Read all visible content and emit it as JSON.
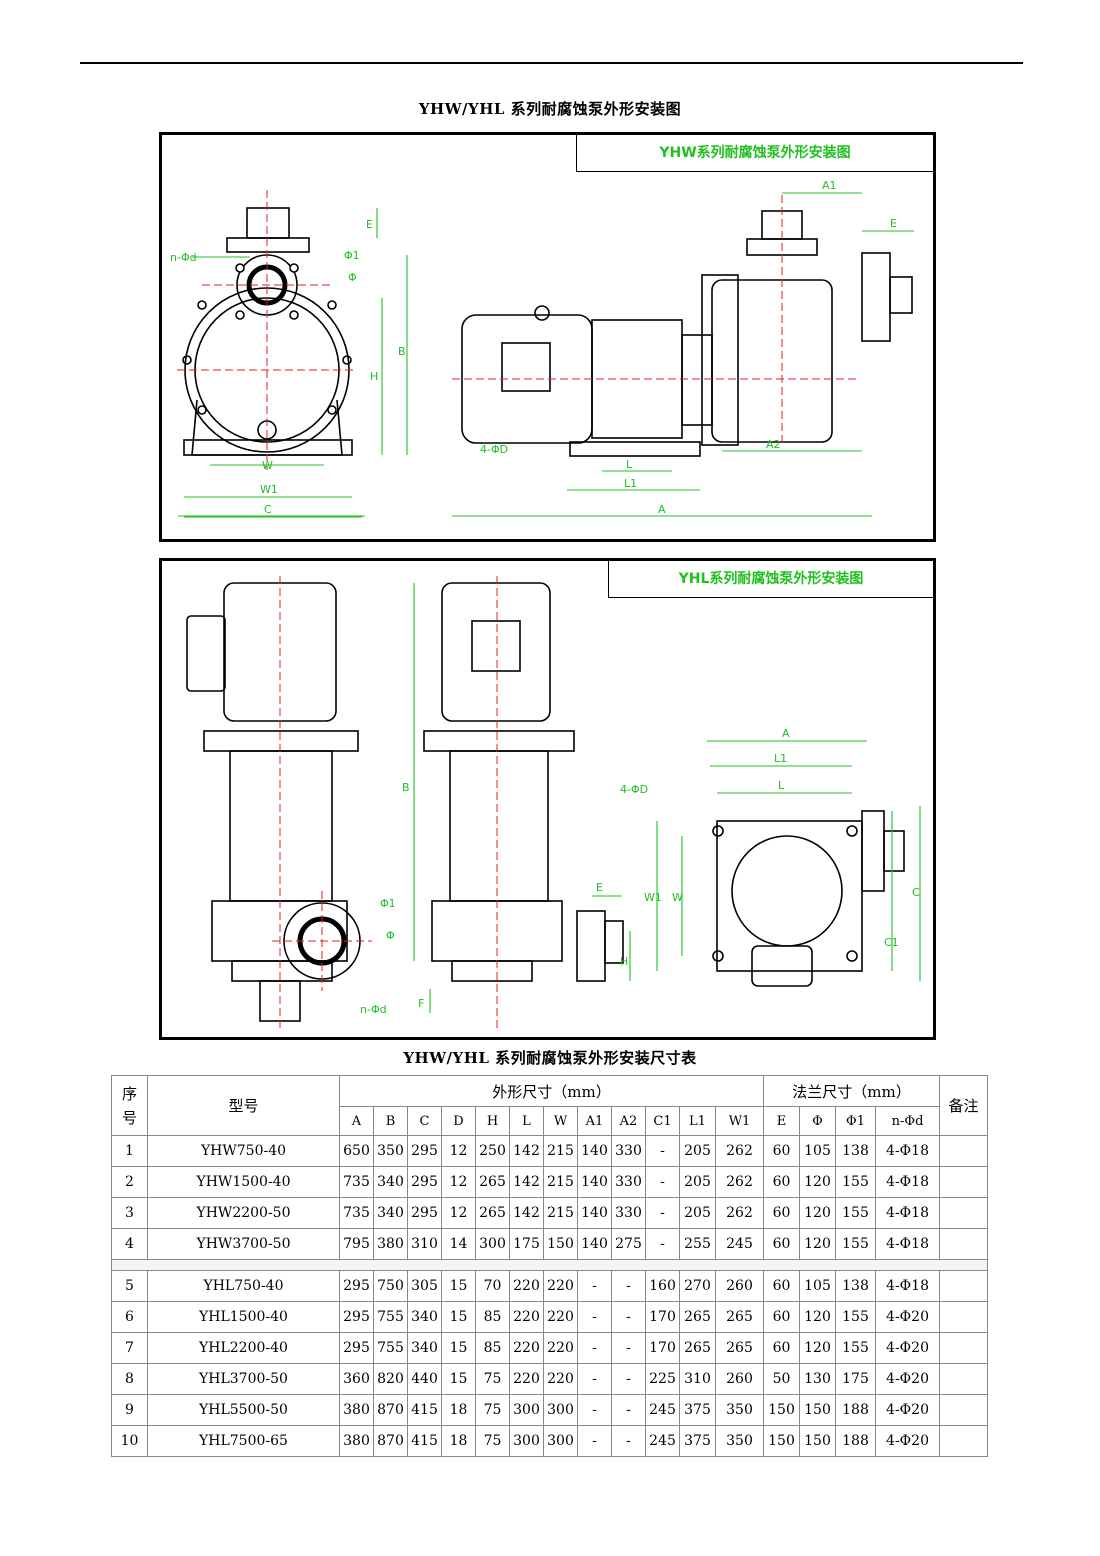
{
  "doc_title": "YHW/YHL 系列耐腐蚀泵外形安装图",
  "panels": {
    "yhw": {
      "label": "YHW系列耐腐蚀泵外形安装图",
      "dims": {
        "nphid": "n-Φd",
        "phi1": "Φ1",
        "phi": "Φ",
        "E": "E",
        "B": "B",
        "H": "H",
        "W": "W",
        "W1": "W1",
        "C": "C",
        "A1": "A1",
        "E2": "E",
        "fourphiD": "4-ΦD",
        "A2": "A2",
        "L": "L",
        "L1": "L1",
        "A": "A"
      }
    },
    "yhl": {
      "label": "YHL系列耐腐蚀泵外形安装图",
      "dims": {
        "phi1": "Φ1",
        "phi": "Φ",
        "nphid": "n-Φd",
        "B": "B",
        "E": "E",
        "H": "H",
        "F": "F",
        "A": "A",
        "L1": "L1",
        "L": "L",
        "fourphiD": "4-ΦD",
        "W1": "W1",
        "W": "W",
        "C": "C",
        "C1": "C1"
      }
    }
  },
  "table": {
    "title": "YHW/YHL 系列耐腐蚀泵外形安装尺寸表",
    "col_seq": "序\n号",
    "col_model": "型号",
    "group_outline": "外形尺寸（mm）",
    "group_flange": "法兰尺寸（mm）",
    "col_remark": "备注",
    "outline_cols": [
      "A",
      "B",
      "C",
      "D",
      "H",
      "L",
      "W",
      "A1",
      "A2",
      "C1",
      "L1",
      "W1"
    ],
    "flange_cols": [
      "E",
      "Φ",
      "Φ1",
      "n-Φd"
    ],
    "rows_yhw": [
      {
        "no": "1",
        "model": "YHW750-40",
        "v": [
          "650",
          "350",
          "295",
          "12",
          "250",
          "142",
          "215",
          "140",
          "330",
          "-",
          "205",
          "262",
          "60",
          "105",
          "138",
          "4-Φ18"
        ],
        "remark": ""
      },
      {
        "no": "2",
        "model": "YHW1500-40",
        "v": [
          "735",
          "340",
          "295",
          "12",
          "265",
          "142",
          "215",
          "140",
          "330",
          "-",
          "205",
          "262",
          "60",
          "120",
          "155",
          "4-Φ18"
        ],
        "remark": ""
      },
      {
        "no": "3",
        "model": "YHW2200-50",
        "v": [
          "735",
          "340",
          "295",
          "12",
          "265",
          "142",
          "215",
          "140",
          "330",
          "-",
          "205",
          "262",
          "60",
          "120",
          "155",
          "4-Φ18"
        ],
        "remark": ""
      },
      {
        "no": "4",
        "model": "YHW3700-50",
        "v": [
          "795",
          "380",
          "310",
          "14",
          "300",
          "175",
          "150",
          "140",
          "275",
          "-",
          "255",
          "245",
          "60",
          "120",
          "155",
          "4-Φ18"
        ],
        "remark": ""
      }
    ],
    "rows_yhl": [
      {
        "no": "5",
        "model": "YHL750-40",
        "v": [
          "295",
          "750",
          "305",
          "15",
          "70",
          "220",
          "220",
          "-",
          "-",
          "160",
          "270",
          "260",
          "60",
          "105",
          "138",
          "4-Φ18"
        ],
        "remark": ""
      },
      {
        "no": "6",
        "model": "YHL1500-40",
        "v": [
          "295",
          "755",
          "340",
          "15",
          "85",
          "220",
          "220",
          "-",
          "-",
          "170",
          "265",
          "265",
          "60",
          "120",
          "155",
          "4-Φ20"
        ],
        "remark": ""
      },
      {
        "no": "7",
        "model": "YHL2200-40",
        "v": [
          "295",
          "755",
          "340",
          "15",
          "85",
          "220",
          "220",
          "-",
          "-",
          "170",
          "265",
          "265",
          "60",
          "120",
          "155",
          "4-Φ20"
        ],
        "remark": ""
      },
      {
        "no": "8",
        "model": "YHL3700-50",
        "v": [
          "360",
          "820",
          "440",
          "15",
          "75",
          "220",
          "220",
          "-",
          "-",
          "225",
          "310",
          "260",
          "50",
          "130",
          "175",
          "4-Φ20"
        ],
        "remark": ""
      },
      {
        "no": "9",
        "model": "YHL5500-50",
        "v": [
          "380",
          "870",
          "415",
          "18",
          "75",
          "300",
          "300",
          "-",
          "-",
          "245",
          "375",
          "350",
          "150",
          "150",
          "188",
          "4-Φ20"
        ],
        "remark": ""
      },
      {
        "no": "10",
        "model": "YHL7500-65",
        "v": [
          "380",
          "870",
          "415",
          "18",
          "75",
          "300",
          "300",
          "-",
          "-",
          "245",
          "375",
          "350",
          "150",
          "150",
          "188",
          "4-Φ20"
        ],
        "remark": ""
      }
    ]
  }
}
